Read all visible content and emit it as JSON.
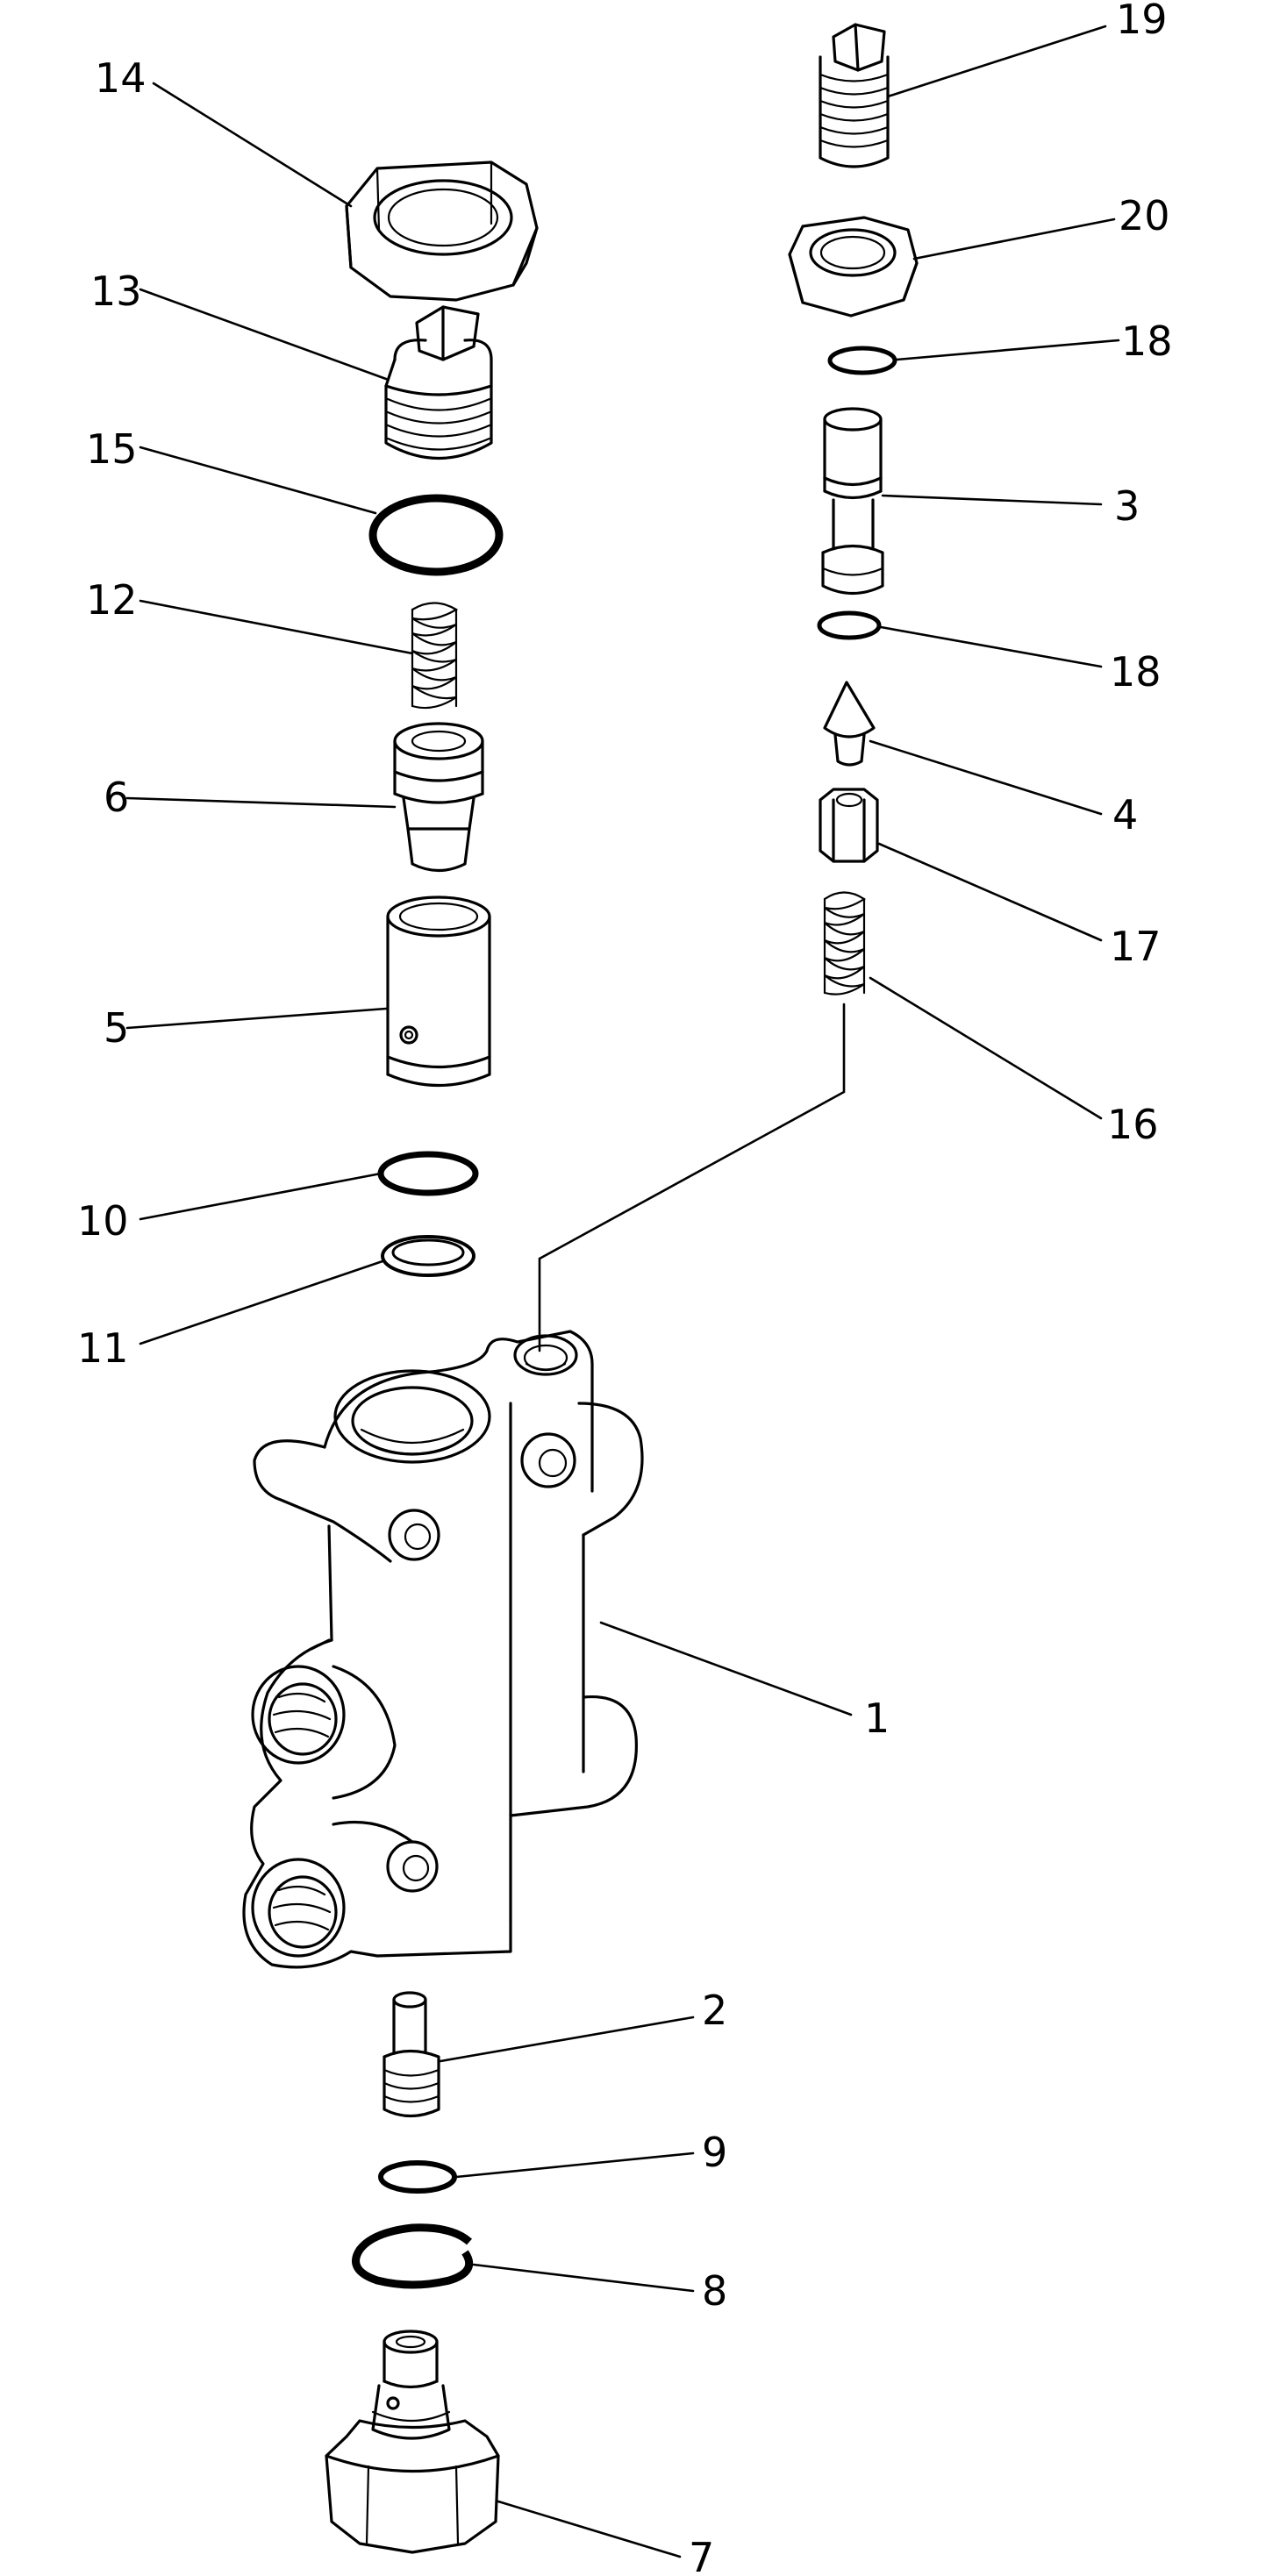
{
  "diagram": {
    "callouts": [
      {
        "id": "c14",
        "text": "14"
      },
      {
        "id": "c13",
        "text": "13"
      },
      {
        "id": "c15",
        "text": "15"
      },
      {
        "id": "c12",
        "text": "12"
      },
      {
        "id": "c6",
        "text": "6"
      },
      {
        "id": "c5",
        "text": "5"
      },
      {
        "id": "c10",
        "text": "10"
      },
      {
        "id": "c11",
        "text": "11"
      },
      {
        "id": "c19",
        "text": "19"
      },
      {
        "id": "c20",
        "text": "20"
      },
      {
        "id": "c18a",
        "text": "18"
      },
      {
        "id": "c3",
        "text": "3"
      },
      {
        "id": "c18b",
        "text": "18"
      },
      {
        "id": "c4",
        "text": "4"
      },
      {
        "id": "c17",
        "text": "17"
      },
      {
        "id": "c16",
        "text": "16"
      },
      {
        "id": "c1",
        "text": "1"
      },
      {
        "id": "c2",
        "text": "2"
      },
      {
        "id": "c9",
        "text": "9"
      },
      {
        "id": "c8",
        "text": "8"
      },
      {
        "id": "c7",
        "text": "7"
      }
    ]
  }
}
